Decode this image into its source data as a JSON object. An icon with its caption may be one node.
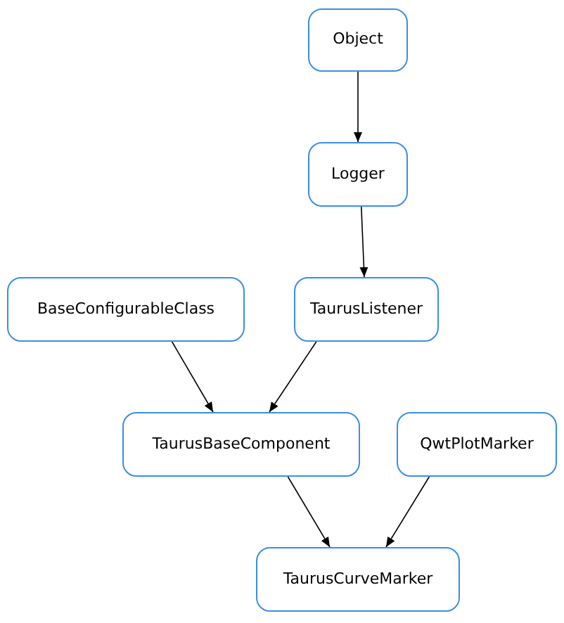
{
  "diagram": {
    "nodes": [
      {
        "text": [
          "Object"
        ]
      },
      {
        "text": [
          "Logger"
        ]
      },
      {
        "text": [
          "BaseConfigurableClass"
        ]
      },
      {
        "text": [
          "TaurusListener"
        ]
      },
      {
        "text": [
          "TaurusBaseComponent"
        ]
      },
      {
        "text": [
          "QwtPlotMarker"
        ]
      },
      {
        "text": [
          "TaurusCurveMarker"
        ]
      }
    ],
    "edges": [
      {
        "from": 0,
        "to": 1,
        "arrow": "to"
      },
      {
        "from": 1,
        "to": 3,
        "arrow": "to"
      },
      {
        "from": 2,
        "to": 4,
        "arrow": "to"
      },
      {
        "from": 3,
        "to": 4,
        "arrow": "to"
      },
      {
        "from": 4,
        "to": 6,
        "arrow": "to"
      },
      {
        "from": 5,
        "to": 6,
        "arrow": "to"
      }
    ]
  }
}
